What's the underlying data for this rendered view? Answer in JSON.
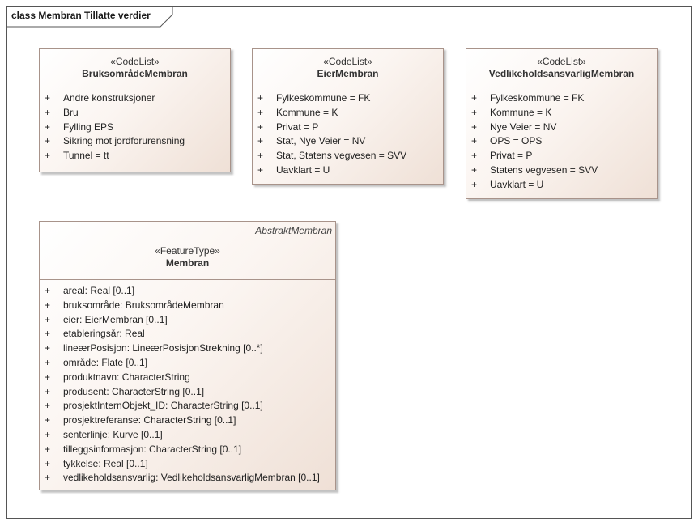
{
  "diagram": {
    "title": "class Membran Tillatte verdier"
  },
  "classes": {
    "bruksomrade": {
      "stereotype": "«CodeList»",
      "name": "BruksområdeMembran",
      "attributes": [
        {
          "vis": "+",
          "text": "Andre konstruksjoner"
        },
        {
          "vis": "+",
          "text": "Bru"
        },
        {
          "vis": "+",
          "text": "Fylling EPS"
        },
        {
          "vis": "+",
          "text": "Sikring mot jordforurensning"
        },
        {
          "vis": "+",
          "text": "Tunnel = tt"
        }
      ]
    },
    "eier": {
      "stereotype": "«CodeList»",
      "name": "EierMembran",
      "attributes": [
        {
          "vis": "+",
          "text": "Fylkeskommune = FK"
        },
        {
          "vis": "+",
          "text": "Kommune = K"
        },
        {
          "vis": "+",
          "text": "Privat = P"
        },
        {
          "vis": "+",
          "text": "Stat, Nye Veier = NV"
        },
        {
          "vis": "+",
          "text": "Stat, Statens vegvesen = SVV"
        },
        {
          "vis": "+",
          "text": "Uavklart = U"
        }
      ]
    },
    "vedlikehold": {
      "stereotype": "«CodeList»",
      "name": "VedlikeholdsansvarligMembran",
      "attributes": [
        {
          "vis": "+",
          "text": "Fylkeskommune = FK"
        },
        {
          "vis": "+",
          "text": "Kommune = K"
        },
        {
          "vis": "+",
          "text": "Nye Veier = NV"
        },
        {
          "vis": "+",
          "text": "OPS = OPS"
        },
        {
          "vis": "+",
          "text": "Privat = P"
        },
        {
          "vis": "+",
          "text": "Statens vegvesen = SVV"
        },
        {
          "vis": "+",
          "text": "Uavklart = U"
        }
      ]
    },
    "membran": {
      "parent": "AbstraktMembran",
      "stereotype": "«FeatureType»",
      "name": "Membran",
      "attributes": [
        {
          "vis": "+",
          "text": "areal: Real [0..1]"
        },
        {
          "vis": "+",
          "text": "bruksområde: BruksområdeMembran"
        },
        {
          "vis": "+",
          "text": "eier: EierMembran [0..1]"
        },
        {
          "vis": "+",
          "text": "etableringsår: Real"
        },
        {
          "vis": "+",
          "text": "lineærPosisjon: LineærPosisjonStrekning [0..*]"
        },
        {
          "vis": "+",
          "text": "område: Flate [0..1]"
        },
        {
          "vis": "+",
          "text": "produktnavn: CharacterString"
        },
        {
          "vis": "+",
          "text": "produsent: CharacterString [0..1]"
        },
        {
          "vis": "+",
          "text": "prosjektInternObjekt_ID: CharacterString [0..1]"
        },
        {
          "vis": "+",
          "text": "prosjektreferanse: CharacterString [0..1]"
        },
        {
          "vis": "+",
          "text": "senterlinje: Kurve [0..1]"
        },
        {
          "vis": "+",
          "text": "tilleggsinformasjon: CharacterString [0..1]"
        },
        {
          "vis": "+",
          "text": "tykkelse: Real [0..1]"
        },
        {
          "vis": "+",
          "text": "vedlikeholdsansvarlig: VedlikeholdsansvarligMembran [0..1]"
        }
      ]
    }
  }
}
